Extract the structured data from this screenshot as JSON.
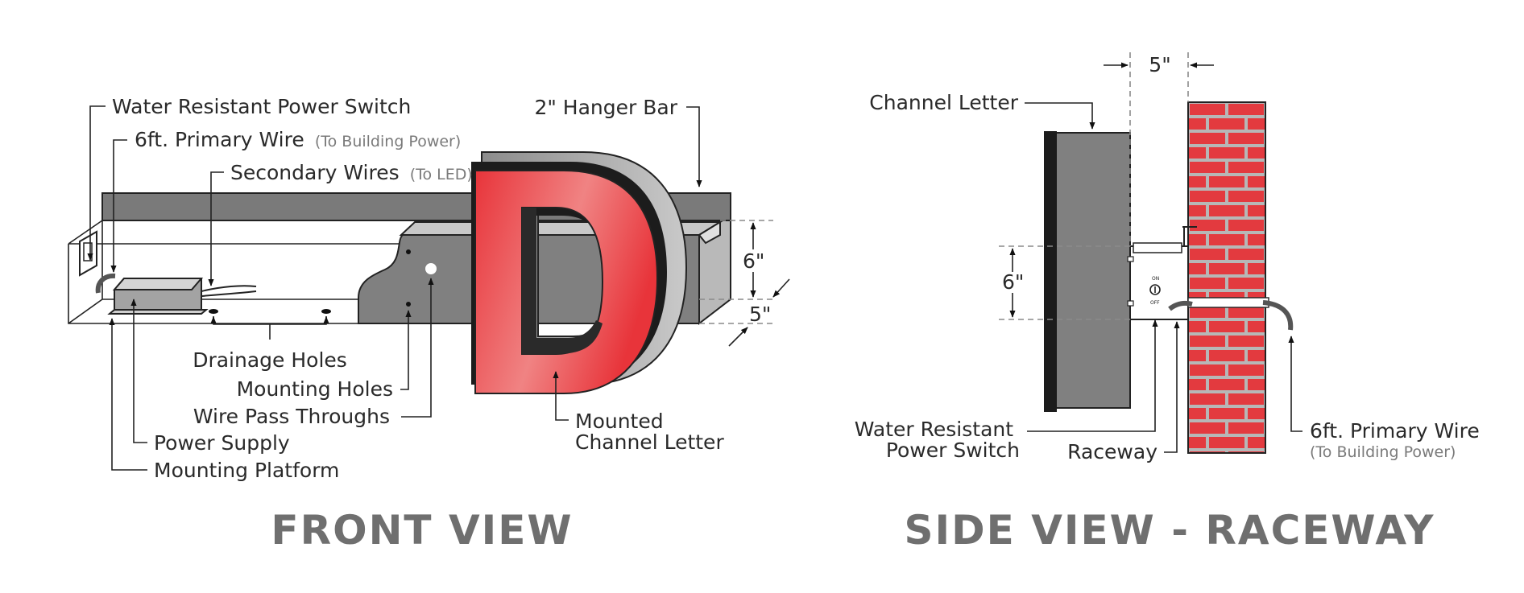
{
  "front_view": {
    "title": "FRONT VIEW",
    "labels": {
      "power_switch": "Water Resistant Power Switch",
      "primary_wire": "6ft. Primary Wire",
      "primary_wire_note": "(To Building Power)",
      "secondary_wires": "Secondary Wires",
      "secondary_wires_note": "(To LED)",
      "hanger_bar": "2\" Hanger Bar",
      "height_dim": "6\"",
      "depth_dim": "5\"",
      "drainage_holes": "Drainage Holes",
      "mounting_holes": "Mounting Holes",
      "wire_pass_throughs": "Wire Pass Throughs",
      "power_supply": "Power Supply",
      "mounting_platform": "Mounting Platform",
      "mounted_letter_line1": "Mounted",
      "mounted_letter_line2": "Channel Letter",
      "letter": "D"
    }
  },
  "side_view": {
    "title": "SIDE VIEW - RACEWAY",
    "labels": {
      "depth_dim": "5\"",
      "channel_letter": "Channel Letter",
      "height_dim": "6\"",
      "power_switch_line1": "Water Resistant",
      "power_switch_line2": "Power Switch",
      "raceway": "Raceway",
      "primary_wire": "6ft. Primary Wire",
      "primary_wire_note": "(To Building Power)",
      "switch_on": "ON",
      "switch_off": "OFF"
    }
  },
  "colors": {
    "letter_red": "#e8343a",
    "raceway_gray": "#808080",
    "brick_red": "#e33a3f",
    "title_gray": "#6f6f6f"
  }
}
